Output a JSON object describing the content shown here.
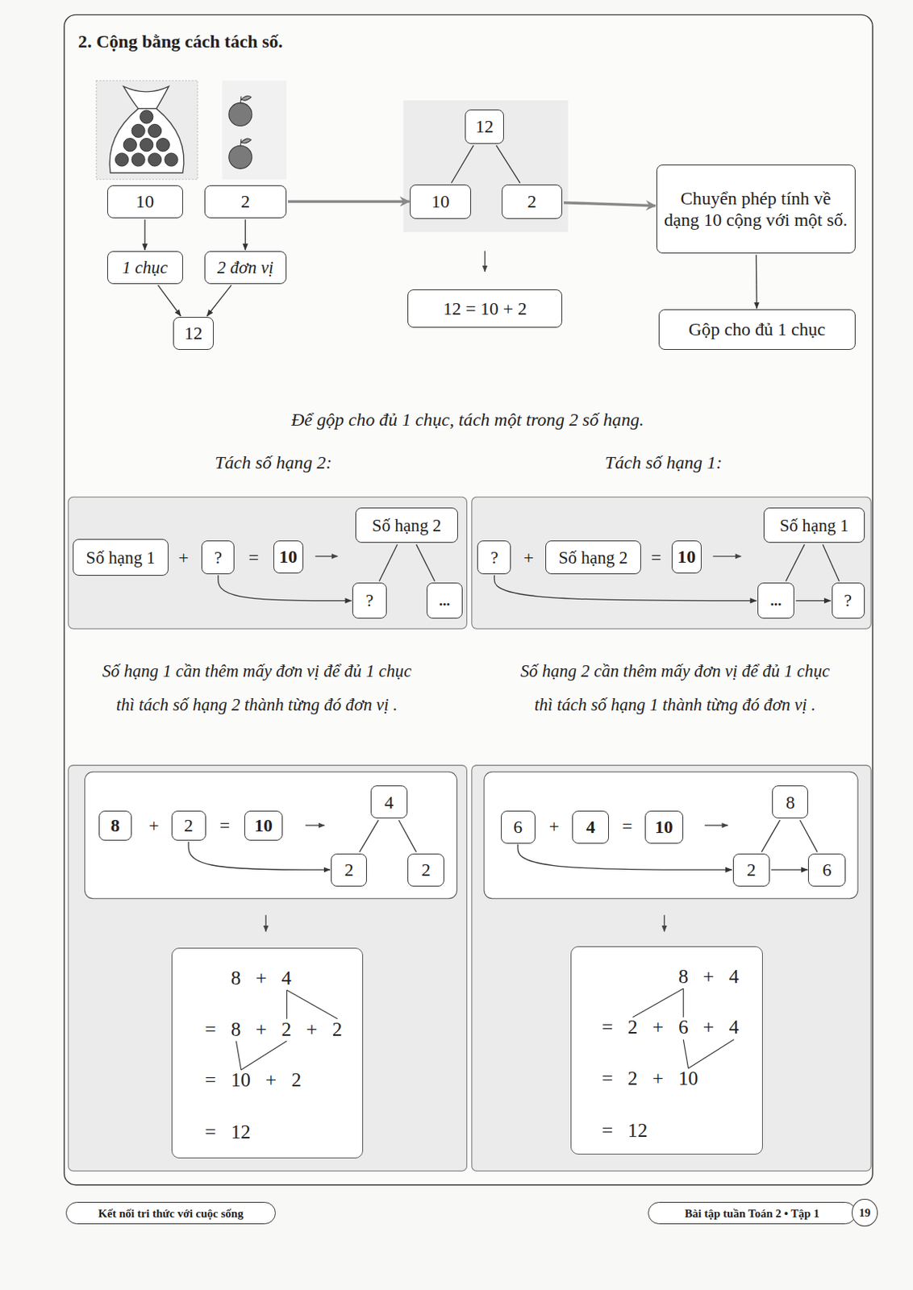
{
  "diagram": {
    "title": "2. Cộng bằng cách tách số.",
    "nodes": [
      {
        "text": [
          "10"
        ]
      },
      {
        "text": [
          "2"
        ]
      },
      {
        "text": [
          "1 chục"
        ]
      },
      {
        "text": [
          "2 đơn vị"
        ]
      },
      {
        "text": [
          "12"
        ]
      },
      {
        "text": [
          "12"
        ]
      },
      {
        "text": [
          "10"
        ]
      },
      {
        "text": [
          "2"
        ]
      },
      {
        "text": [
          "12 = 10 + 2"
        ]
      },
      {
        "text": [
          "Chuyển phép tính về dạng 10 cộng với một số."
        ]
      },
      {
        "text": [
          "Gộp cho đủ 1 chục"
        ]
      },
      {
        "text": [
          "Số hạng 1"
        ]
      },
      {
        "text": [
          "?"
        ]
      },
      {
        "text": [
          "10"
        ]
      },
      {
        "text": [
          "Số hạng 2"
        ]
      },
      {
        "text": [
          "?"
        ]
      },
      {
        "text": [
          "..."
        ]
      },
      {
        "text": [
          "?"
        ]
      },
      {
        "text": [
          "Số hạng 2"
        ]
      },
      {
        "text": [
          "10"
        ]
      },
      {
        "text": [
          "Số hạng 1"
        ]
      },
      {
        "text": [
          "..."
        ]
      },
      {
        "text": [
          "?"
        ]
      },
      {
        "text": [
          "8"
        ]
      },
      {
        "text": [
          "2"
        ]
      },
      {
        "text": [
          "10"
        ]
      },
      {
        "text": [
          "4"
        ]
      },
      {
        "text": [
          "2"
        ]
      },
      {
        "text": [
          "2"
        ]
      },
      {
        "text": [
          "8 + 4",
          "= 8 + 2 + 2",
          "= 10 + 2",
          "= 12"
        ]
      },
      {
        "text": [
          "6"
        ]
      },
      {
        "text": [
          "4"
        ]
      },
      {
        "text": [
          "10"
        ]
      },
      {
        "text": [
          "8"
        ]
      },
      {
        "text": [
          "2"
        ]
      },
      {
        "text": [
          "6"
        ]
      },
      {
        "text": [
          "8 + 4",
          "= 2 + 6 + 4",
          "= 2 + 10",
          "= 12"
        ]
      },
      {
        "text": [
          "Kết nối tri thức với cuộc sống"
        ]
      },
      {
        "text": [
          "Bài tập tuần Toán 2 • Tập 1"
        ]
      },
      {
        "text": [
          "19"
        ]
      }
    ],
    "edges": [
      {
        "from": 0,
        "to": 2,
        "arrow": "to"
      },
      {
        "from": 1,
        "to": 3,
        "arrow": "to"
      },
      {
        "from": 2,
        "to": 4,
        "arrow": "to"
      },
      {
        "from": 3,
        "to": 4,
        "arrow": "to"
      },
      {
        "from": 1,
        "to": 6,
        "arrow": "to"
      },
      {
        "from": 5,
        "to": 6,
        "arrow": "none"
      },
      {
        "from": 5,
        "to": 7,
        "arrow": "none"
      },
      {
        "from": 7,
        "to": 9,
        "arrow": "to"
      },
      {
        "from": 9,
        "to": 10,
        "arrow": "to"
      },
      {
        "from": 12,
        "to": 15,
        "arrow": "to"
      },
      {
        "from": 14,
        "to": 15,
        "arrow": "none"
      },
      {
        "from": 14,
        "to": 16,
        "arrow": "none"
      },
      {
        "from": 17,
        "to": 21,
        "arrow": "to"
      },
      {
        "from": 20,
        "to": 21,
        "arrow": "none"
      },
      {
        "from": 20,
        "to": 22,
        "arrow": "none"
      },
      {
        "from": 21,
        "to": 22,
        "arrow": "to"
      },
      {
        "from": 24,
        "to": 27,
        "arrow": "to"
      },
      {
        "from": 26,
        "to": 27,
        "arrow": "none"
      },
      {
        "from": 26,
        "to": 28,
        "arrow": "none"
      },
      {
        "from": 30,
        "to": 34,
        "arrow": "to"
      },
      {
        "from": 33,
        "to": 34,
        "arrow": "none"
      },
      {
        "from": 33,
        "to": 35,
        "arrow": "none"
      },
      {
        "from": 34,
        "to": 35,
        "arrow": "to"
      }
    ],
    "labels": [
      "Để gộp cho đủ 1 chục, tách một trong 2 số hạng.",
      "Tách số hạng 2:",
      "Tách số hạng 1:",
      "+",
      "=",
      "+",
      "=",
      "Số hạng 1 cần thêm mấy đơn vị để đủ 1 chục thì tách số hạng 2 thành từng đó đơn vị .",
      "Số hạng 2 cần thêm mấy đơn vị để đủ 1 chục thì tách số hạng 1 thành từng đó đơn vị .",
      "+",
      "=",
      "+",
      "="
    ]
  }
}
